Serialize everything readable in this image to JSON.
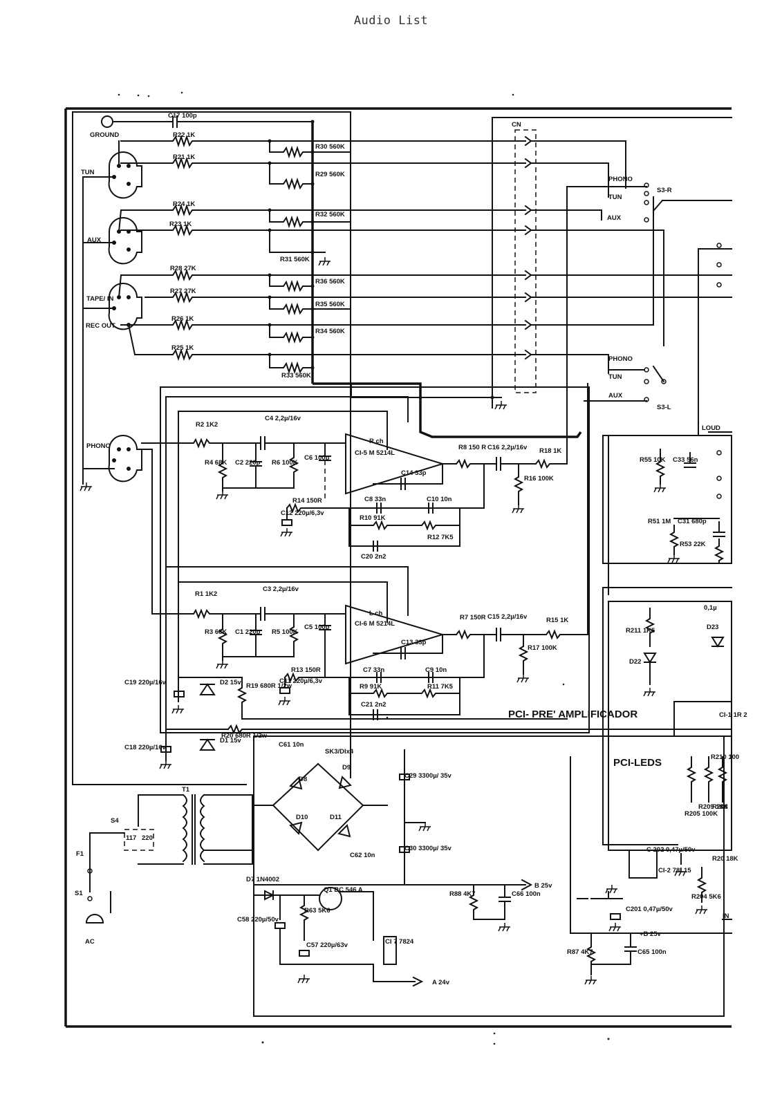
{
  "header": {
    "title": "Audio List"
  },
  "blocks": {
    "pre_amp": "PCI- PRE' AMPLIFICADOR",
    "leds": "PCI-LEDS"
  },
  "labels": [
    {
      "id": "ground",
      "text": "GROUND"
    },
    {
      "id": "c17",
      "text": "C17 100p"
    },
    {
      "id": "r22",
      "text": "R22 1K"
    },
    {
      "id": "r21",
      "text": "R21 1K"
    },
    {
      "id": "r24",
      "text": "R24 1K"
    },
    {
      "id": "r23",
      "text": "R23 1K"
    },
    {
      "id": "r28",
      "text": "R28 27K"
    },
    {
      "id": "r27",
      "text": "R27 27K"
    },
    {
      "id": "r26",
      "text": "R26 1K"
    },
    {
      "id": "r25",
      "text": "R25 1K"
    },
    {
      "id": "r30",
      "text": "R30 560K"
    },
    {
      "id": "r29",
      "text": "R29 560K"
    },
    {
      "id": "r32",
      "text": "R32 560K"
    },
    {
      "id": "r31",
      "text": "R31 560K"
    },
    {
      "id": "r36",
      "text": "R36 560K"
    },
    {
      "id": "r35",
      "text": "R35 560K"
    },
    {
      "id": "r34",
      "text": "R34 560K"
    },
    {
      "id": "r33",
      "text": "R33 560K"
    },
    {
      "id": "tun",
      "text": "TUN"
    },
    {
      "id": "aux",
      "text": "AUX"
    },
    {
      "id": "tape",
      "text": "TAPE/ IN"
    },
    {
      "id": "rec",
      "text": "REC OUT"
    },
    {
      "id": "phono",
      "text": "PHONO"
    },
    {
      "id": "cn",
      "text": "CN"
    },
    {
      "id": "phono2",
      "text": "PHONO"
    },
    {
      "id": "tun2",
      "text": "TUN"
    },
    {
      "id": "aux2",
      "text": "AUX"
    },
    {
      "id": "s3r",
      "text": "S3-R"
    },
    {
      "id": "phono3",
      "text": "PHONO"
    },
    {
      "id": "tun3",
      "text": "TUN"
    },
    {
      "id": "aux3",
      "text": "AUX"
    },
    {
      "id": "s3l",
      "text": "S3-L"
    },
    {
      "id": "loud",
      "text": "LOUD"
    },
    {
      "id": "r2",
      "text": "R2 1K2"
    },
    {
      "id": "c4",
      "text": "C4 2,2µ/16v"
    },
    {
      "id": "r4",
      "text": "R4 68K"
    },
    {
      "id": "c2",
      "text": "C2 220p"
    },
    {
      "id": "r6",
      "text": "R6 100K"
    },
    {
      "id": "c6",
      "text": "C6 100p"
    },
    {
      "id": "ci5",
      "text": "CI-5 M 5214L"
    },
    {
      "id": "rch",
      "text": "R ch"
    },
    {
      "id": "c14",
      "text": "C14 33p"
    },
    {
      "id": "r8",
      "text": "R8 150 R"
    },
    {
      "id": "c16",
      "text": "C16 2,2µ/16v"
    },
    {
      "id": "r18",
      "text": "R18 1K"
    },
    {
      "id": "r16",
      "text": "R16 100K"
    },
    {
      "id": "r14",
      "text": "R14 150R"
    },
    {
      "id": "c12",
      "text": "C12 220µ/6,3v"
    },
    {
      "id": "c8",
      "text": "C8 33n"
    },
    {
      "id": "c10",
      "text": "C10 10n"
    },
    {
      "id": "r10",
      "text": "R10 91K"
    },
    {
      "id": "r12",
      "text": "R12 7K5"
    },
    {
      "id": "c20",
      "text": "C20 2n2"
    },
    {
      "id": "r1",
      "text": "R1 1K2"
    },
    {
      "id": "c3",
      "text": "C3 2,2µ/16v"
    },
    {
      "id": "r3",
      "text": "R3 68K"
    },
    {
      "id": "c1",
      "text": "C1 220p"
    },
    {
      "id": "r5",
      "text": "R5 100K"
    },
    {
      "id": "c5",
      "text": "C5 100p"
    },
    {
      "id": "ci6",
      "text": "CI-6 M 5214L"
    },
    {
      "id": "lch",
      "text": "L ch"
    },
    {
      "id": "c13",
      "text": "C13 33p"
    },
    {
      "id": "r7",
      "text": "R7 150R"
    },
    {
      "id": "c15",
      "text": "C15 2,2µ/16v"
    },
    {
      "id": "r15",
      "text": "R15 1K"
    },
    {
      "id": "r17",
      "text": "R17 100K"
    },
    {
      "id": "r13",
      "text": "R13 150R"
    },
    {
      "id": "c11",
      "text": "C11 220µ/6,3v"
    },
    {
      "id": "c7",
      "text": "C7 33n"
    },
    {
      "id": "c9",
      "text": "C9 10n"
    },
    {
      "id": "r9",
      "text": "R9 91K"
    },
    {
      "id": "r11",
      "text": "R11 7K5"
    },
    {
      "id": "c21",
      "text": "C21 2n2"
    },
    {
      "id": "c19",
      "text": "C19 220µ/16v"
    },
    {
      "id": "d2",
      "text": "D2 15v"
    },
    {
      "id": "r19",
      "text": "R19 680R 1/2w"
    },
    {
      "id": "c18",
      "text": "C18 220µ/16v"
    },
    {
      "id": "d1",
      "text": "D1 15v"
    },
    {
      "id": "r20",
      "text": "R20 680R 1/2w"
    },
    {
      "id": "r55",
      "text": "R55 10K"
    },
    {
      "id": "c33",
      "text": "C33 56n"
    },
    {
      "id": "r51",
      "text": "R51 1M"
    },
    {
      "id": "c31",
      "text": "C31 680p"
    },
    {
      "id": "r53",
      "text": "R53 22K"
    },
    {
      "id": "c61",
      "text": "C61 10n"
    },
    {
      "id": "d9",
      "text": "D9"
    },
    {
      "id": "d8",
      "text": "D8"
    },
    {
      "id": "d9note",
      "text": "SK3/DIx4"
    },
    {
      "id": "d10",
      "text": "D10"
    },
    {
      "id": "d11",
      "text": "D11"
    },
    {
      "id": "c62",
      "text": "C62 10n"
    },
    {
      "id": "c29",
      "text": "C29 3300µ/ 35v"
    },
    {
      "id": "c30",
      "text": "C30 3300µ/ 35v"
    },
    {
      "id": "t1",
      "text": "T1"
    },
    {
      "id": "s4",
      "text": "S4"
    },
    {
      "id": "v220",
      "text": "220"
    },
    {
      "id": "v117",
      "text": "117"
    },
    {
      "id": "f1",
      "text": "F1"
    },
    {
      "id": "s1",
      "text": "S1"
    },
    {
      "id": "ac",
      "text": "AC"
    },
    {
      "id": "d7",
      "text": "D7 1N4002"
    },
    {
      "id": "q1",
      "text": "Q1 BC 546 A"
    },
    {
      "id": "r63",
      "text": "R63 5K6"
    },
    {
      "id": "c58",
      "text": "C58 220µ/50v"
    },
    {
      "id": "c57",
      "text": "C57 220µ/63v"
    },
    {
      "id": "ci7",
      "text": "CI 7 7824"
    },
    {
      "id": "a24",
      "text": "A 24v"
    },
    {
      "id": "r88",
      "text": "R88 4K7"
    },
    {
      "id": "c66",
      "text": "C66 100n"
    },
    {
      "id": "b25",
      "text": "B 25v"
    },
    {
      "id": "r87",
      "text": "R87 4K7"
    },
    {
      "id": "c65",
      "text": "C65 100n"
    },
    {
      "id": "b25b",
      "text": "+B 25v"
    },
    {
      "id": "r211",
      "text": "R211 1K5"
    },
    {
      "id": "d22",
      "text": "D22"
    },
    {
      "id": "d23",
      "text": "D23"
    },
    {
      "id": "c01u",
      "text": "0,1µ"
    },
    {
      "id": "ci1",
      "text": "CI-1 1R 2"
    },
    {
      "id": "r205",
      "text": "R205 100K"
    },
    {
      "id": "r209",
      "text": "R209 18K"
    },
    {
      "id": "r208",
      "text": "R208"
    },
    {
      "id": "r210",
      "text": "R210 100"
    },
    {
      "id": "c202",
      "text": "C 202 0,47µ/50v"
    },
    {
      "id": "ci2",
      "text": "CI-2 78L15"
    },
    {
      "id": "c201",
      "text": "C201 0,47µ/50v"
    },
    {
      "id": "r20x",
      "text": "R20 18K"
    },
    {
      "id": "r204",
      "text": "R204 5K6"
    },
    {
      "id": "in",
      "text": "IN"
    }
  ]
}
